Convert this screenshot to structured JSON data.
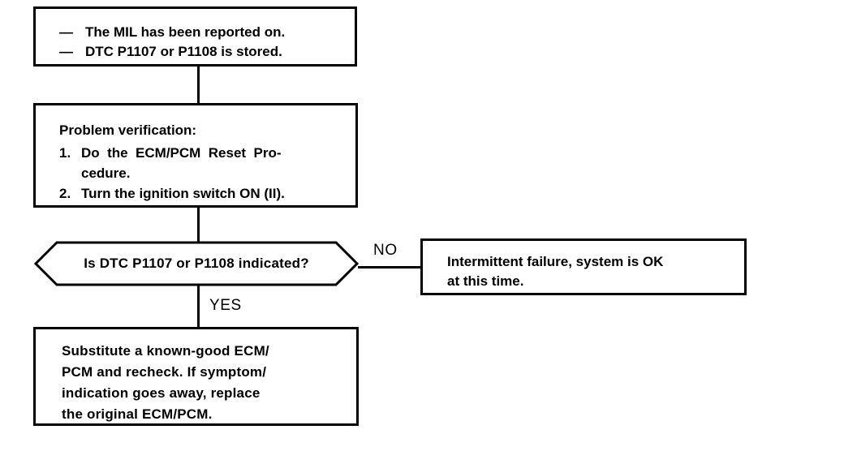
{
  "diagram": {
    "type": "troubleshooting-flowchart",
    "background_color": "#ffffff",
    "line_color": "#000000",
    "text_color": "#000000"
  },
  "symptom_box": {
    "bullets": [
      {
        "marker": "—",
        "text": "The MIL has been reported on."
      },
      {
        "marker": "—",
        "text": "DTC P1107 or P1108 is stored."
      }
    ]
  },
  "verify_box": {
    "title": "Problem verification:",
    "steps": [
      {
        "number": "1.",
        "lines": [
          "Do  the  ECM/PCM  Reset  Pro-",
          "cedure."
        ]
      },
      {
        "number": "2.",
        "lines": [
          "Turn the ignition switch ON (II)."
        ]
      }
    ],
    "step1_line1": "Do  the  ECM/PCM  Reset  Pro-",
    "step1_line2": "cedure.",
    "step2_line1": "Turn the ignition switch ON (II)."
  },
  "decision": {
    "question": "Is DTC P1107 or P1108 indicated?",
    "branch_no": "NO",
    "branch_yes": "YES"
  },
  "ok_box": {
    "line1": "Intermittent failure, system is OK",
    "line2": "at this time."
  },
  "substitute_box": {
    "line1": "Substitute a known-good ECM/",
    "line2": "PCM and recheck. If symptom/",
    "line3": "indication goes away, replace",
    "line4": "the original ECM/PCM."
  }
}
